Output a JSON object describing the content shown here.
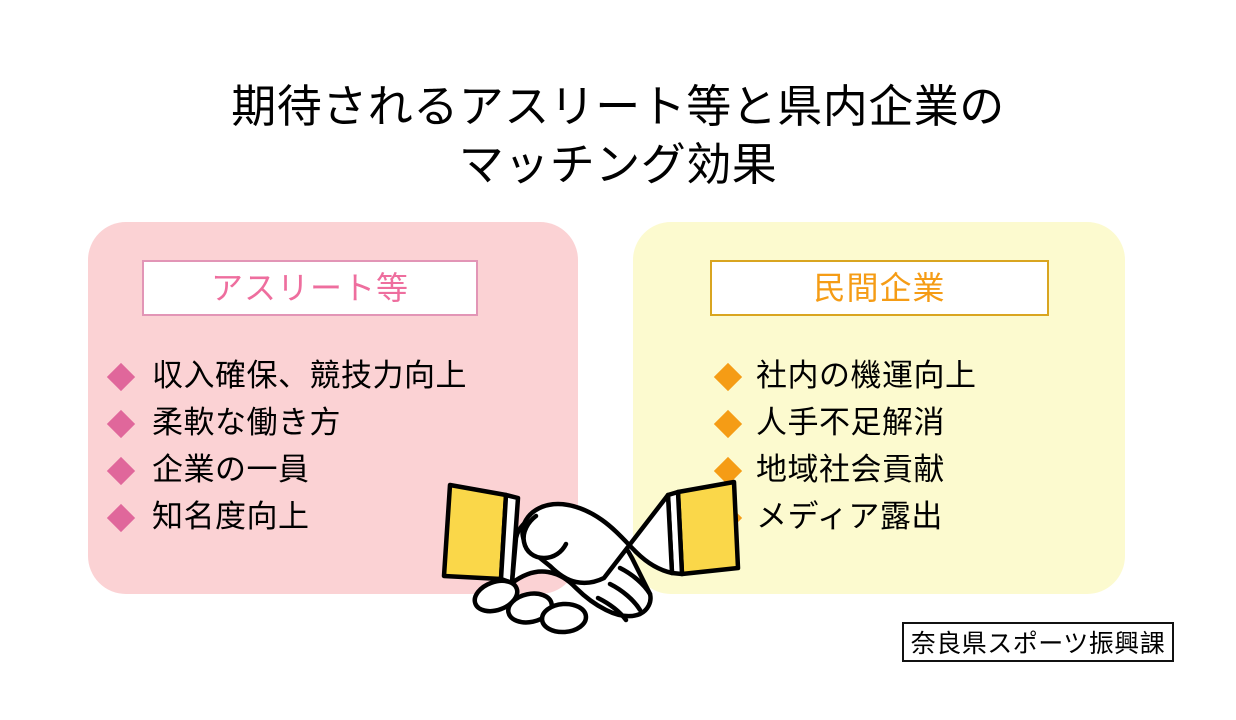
{
  "slide": {
    "title_line1": "期待されるアスリート等と県内企業の",
    "title_line2": "マッチング効果",
    "background_color": "#FFFFFF"
  },
  "left_panel": {
    "background_color": "#FBD2D4",
    "header": {
      "label": "アスリート等",
      "text_color": "#EE6E9E",
      "border_color": "#E295B6",
      "fill_color": "#FFFFFF"
    },
    "bullet_marker": "diamond",
    "bullet_color": "#E0679B",
    "items": [
      {
        "label": "収入確保、競技力向上"
      },
      {
        "label": "柔軟な働き方"
      },
      {
        "label": "企業の一員"
      },
      {
        "label": "知名度向上"
      }
    ]
  },
  "right_panel": {
    "background_color": "#FCFACF",
    "header": {
      "label": "民間企業",
      "text_color": "#F59C15",
      "border_color": "#D9A520",
      "fill_color": "#FFFFFF"
    },
    "bullet_marker": "diamond",
    "bullet_color": "#F59C15",
    "items": [
      {
        "label": "社内の機運向上"
      },
      {
        "label": "人手不足解消"
      },
      {
        "label": "地域社会貢献"
      },
      {
        "label": "メディア露出"
      }
    ]
  },
  "illustration": {
    "icon": "handshake-icon",
    "sleeve_color": "#FAD749",
    "hand_color": "#FFFFFF",
    "outline_color": "#000000"
  },
  "credit": {
    "label": "奈良県スポーツ振興課",
    "border_color": "#111111"
  }
}
